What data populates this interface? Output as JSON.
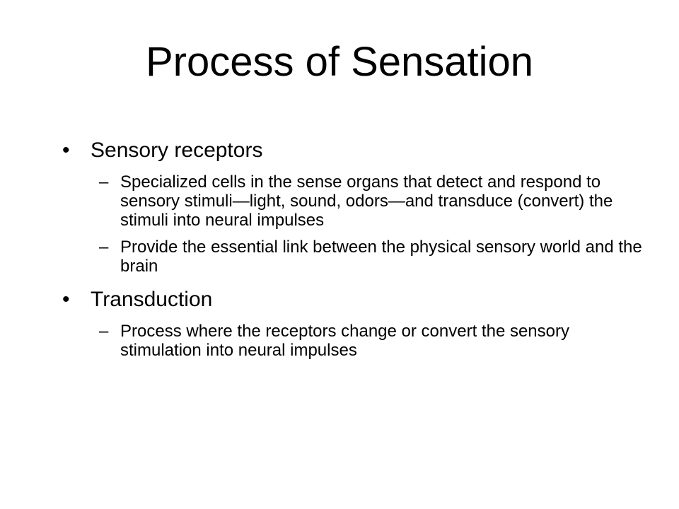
{
  "slide": {
    "title": "Process of Sensation",
    "bullets": [
      {
        "marker": "•",
        "text": "Sensory receptors",
        "sub": [
          {
            "marker": "–",
            "text": "Specialized cells in the sense organs that detect and respond to sensory stimuli—light, sound, odors—and transduce (convert) the stimuli into neural impulses"
          },
          {
            "marker": "–",
            "text": "Provide the essential link between the physical sensory world and the brain"
          }
        ]
      },
      {
        "marker": "•",
        "text": "Transduction",
        "sub": [
          {
            "marker": "–",
            "text": "Process where the receptors change or convert the sensory stimulation into neural impulses"
          }
        ]
      }
    ]
  }
}
